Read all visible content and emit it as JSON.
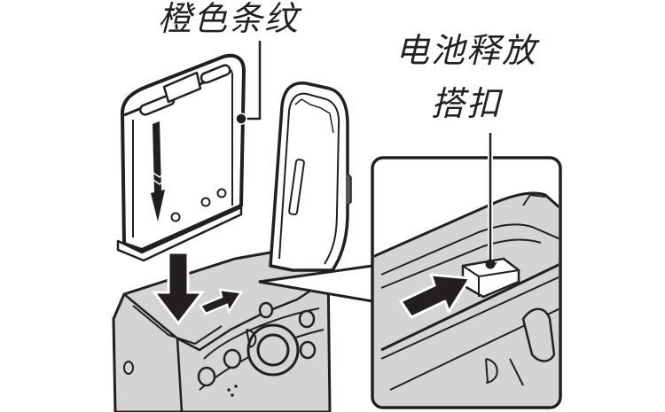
{
  "labels": {
    "orange_stripe": "橙色条纹",
    "battery_latch_line1": "电池释放",
    "battery_latch_line2": "搭扣"
  },
  "colors": {
    "ink": "#231f20",
    "body_gray": "#d4d4d4",
    "background": "#ffffff"
  },
  "elements": {
    "battery": "battery-pack",
    "camera": "camera-body",
    "door": "battery-chamber-door",
    "insert_arrow": "arrow-down-insert",
    "push_arrow": "arrow-push-latch",
    "detail_inset": "latch-detail-callout"
  }
}
